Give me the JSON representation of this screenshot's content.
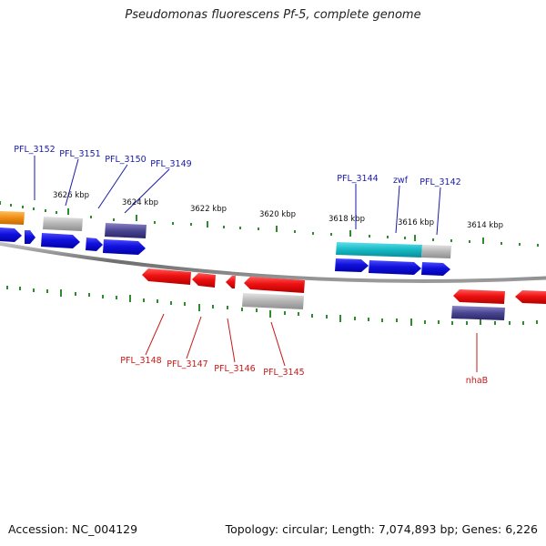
{
  "title": "Pseudomonas fluorescens Pf-5, complete genome",
  "footer": {
    "accession": "Accession: NC_004129",
    "topology": "Topology: circular; Length: 7,074,893 bp; Genes: 6,226"
  },
  "colors": {
    "backbone": "#7a7a7a",
    "tick": "#2e8b2e",
    "forward_label": "#1a1aa6",
    "reverse_label": "#c81818",
    "blue_gene": "#1111dd",
    "red_gene": "#ee1111",
    "cyan_gene": "#14b8c4",
    "gray_gene": "#b4b4b4",
    "navy_gene": "#4a4590",
    "orange_gene": "#f08c14"
  },
  "ruler_labels": [
    "3626 kbp",
    "3624 kbp",
    "3622 kbp",
    "3620 kbp",
    "3618 kbp",
    "3616 kbp",
    "3614 kbp"
  ],
  "forward_gene_labels": [
    "PFL_3152",
    "PFL_3151",
    "PFL_3150",
    "PFL_3149",
    "PFL_3144",
    "zwf",
    "PFL_3142"
  ],
  "reverse_gene_labels": [
    "PFL_3148",
    "PFL_3147",
    "PFL_3146",
    "PFL_3145",
    "nhaB"
  ]
}
